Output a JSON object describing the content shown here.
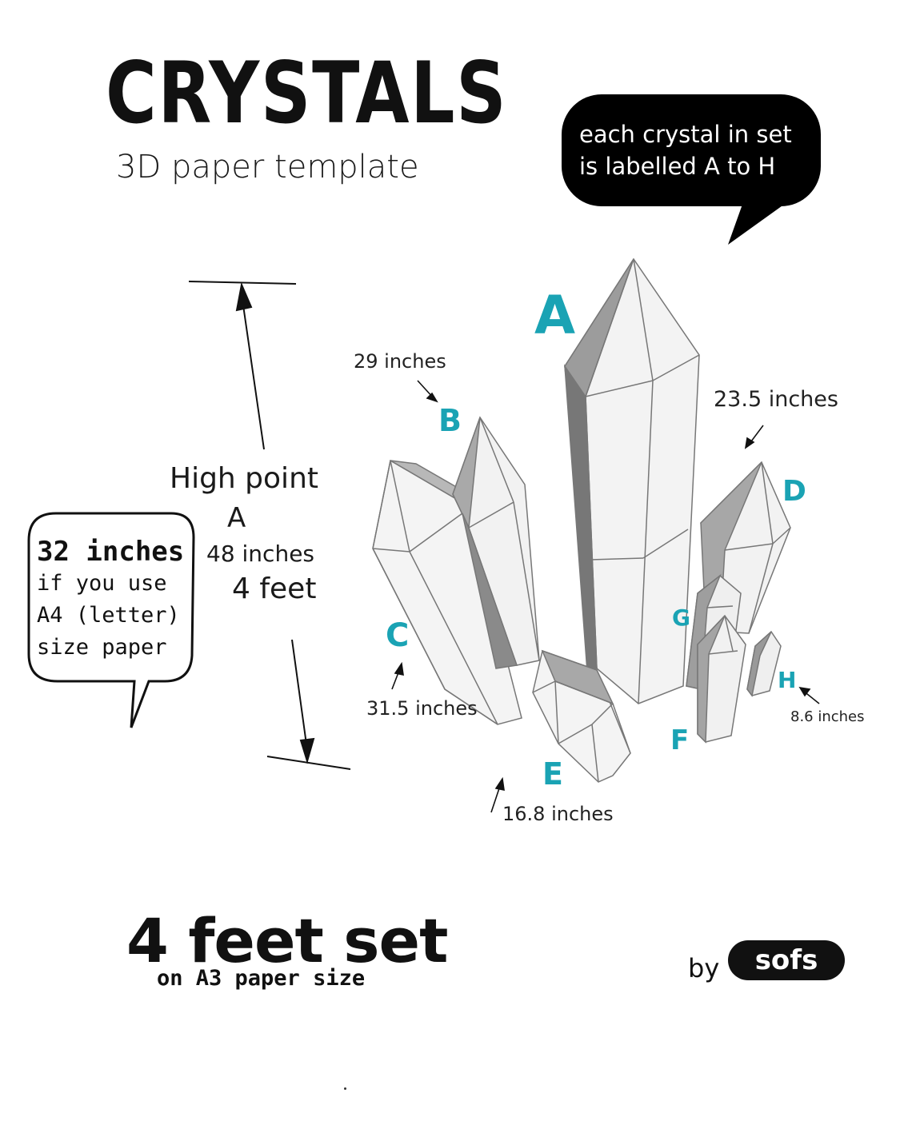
{
  "header": {
    "title": "CRYSTALS",
    "subtitle": "3D paper template"
  },
  "callout": {
    "line1": "each crystal in set",
    "line2": "is labelled A to H"
  },
  "height_note": {
    "line1": "High point",
    "line2": "A",
    "line3": "48 inches",
    "line4": "4 feet"
  },
  "a4_note": {
    "line1": "32 inches",
    "line2": "if you use",
    "line3": "A4 (letter)",
    "line4": "size paper"
  },
  "crystals": {
    "A": {
      "label": "A"
    },
    "B": {
      "label": "B",
      "size": "29  inches"
    },
    "C": {
      "label": "C",
      "size": "31.5 inches"
    },
    "D": {
      "label": "D",
      "size": "23.5 inches"
    },
    "E": {
      "label": "E",
      "size": "16.8 inches"
    },
    "F": {
      "label": "F"
    },
    "G": {
      "label": "G"
    },
    "H": {
      "label": "H",
      "size": "8.6 inches"
    }
  },
  "colors": {
    "label_teal": "#1aa3b4",
    "crystal_face": "#f2f2f2",
    "crystal_shade": "#9a9a9a"
  },
  "footer": {
    "title": "4 feet set",
    "subtitle": "on A3 paper size",
    "by_label": "by",
    "logo_text": "sofs"
  }
}
